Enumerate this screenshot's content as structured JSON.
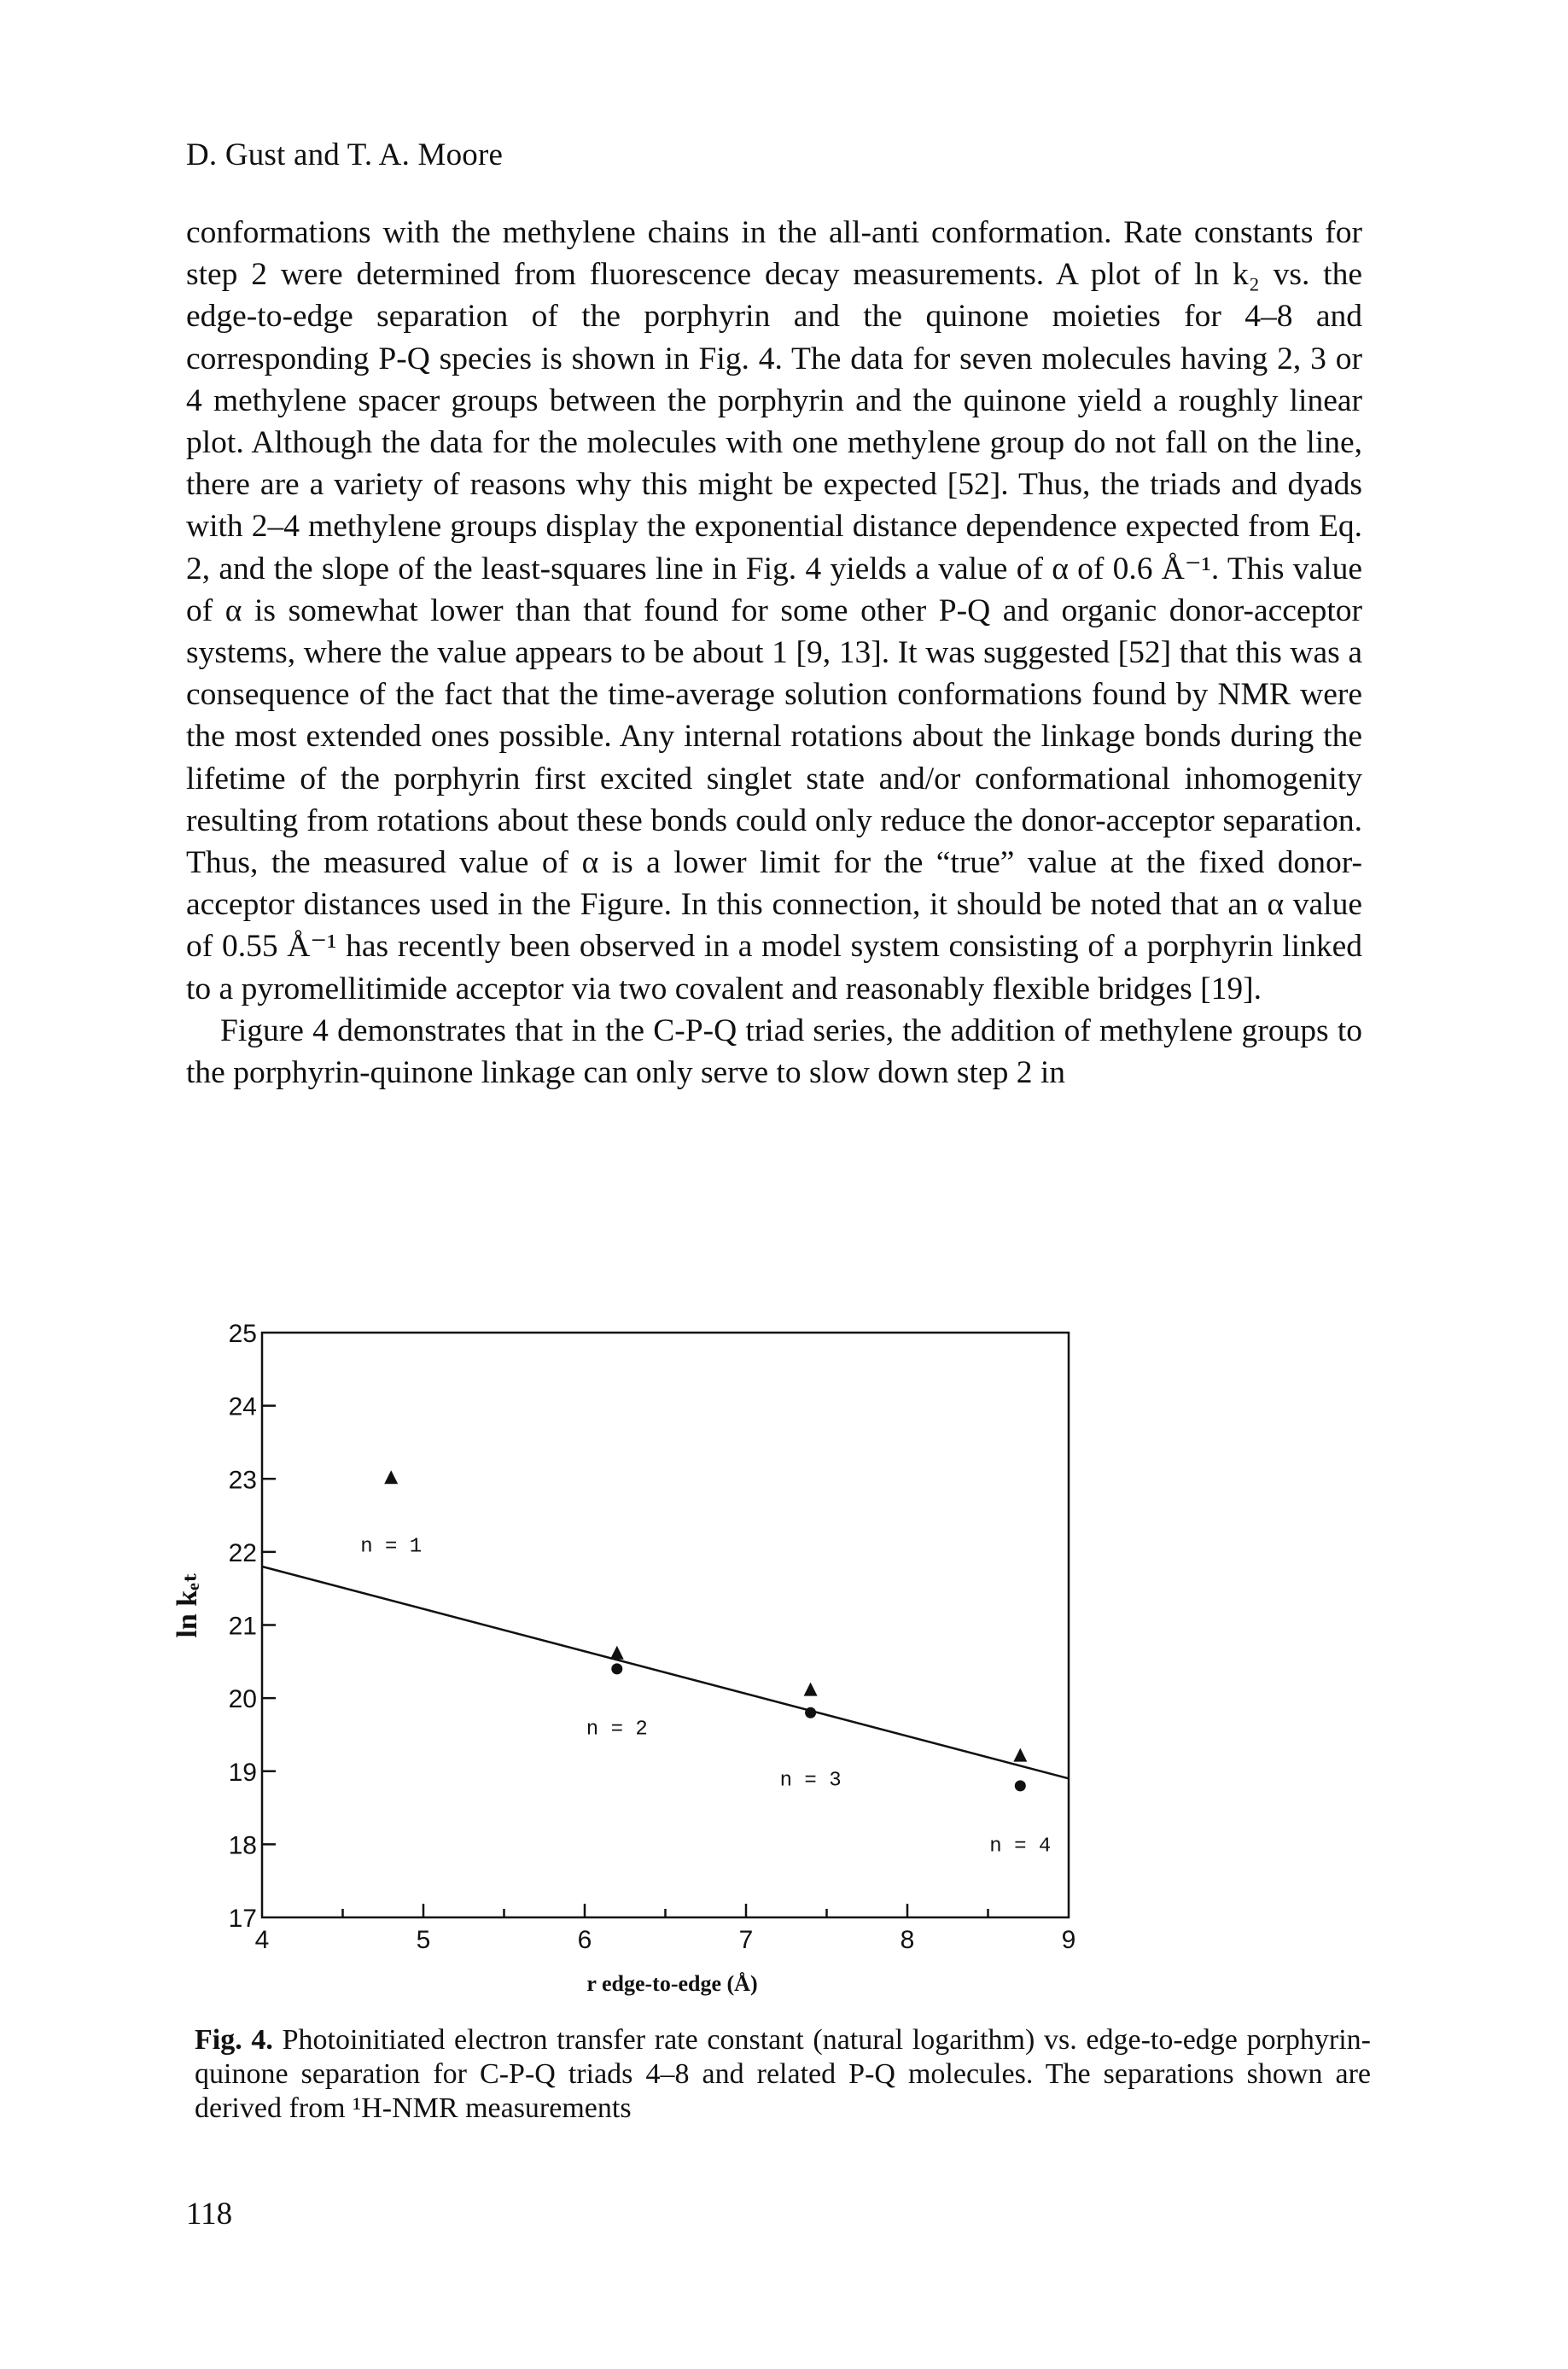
{
  "running_head": "D. Gust and T. A. Moore",
  "paragraphs": [
    "conformations with the methylene chains in the all-anti conformation. Rate constants for step 2 were determined from fluorescence decay measurements. A plot of ln k₂ vs. the edge-to-edge separation of the porphyrin and the quinone moieties for 4–8 and corresponding P-Q species is shown in Fig. 4. The data for seven molecules having 2, 3 or 4 methylene spacer groups between the porphyrin and the quinone yield a roughly linear plot. Although the data for the molecules with one methylene group do not fall on the line, there are a variety of reasons why this might be expected [52]. Thus, the triads and dyads with 2–4 methylene groups display the exponential distance dependence expected from Eq. 2, and the slope of the least-squares line in Fig. 4 yields a value of α of 0.6 Å⁻¹. This value of α is somewhat lower than that found for some other P-Q and organic donor-acceptor systems, where the value appears to be about 1 [9, 13]. It was suggested [52] that this was a consequence of the fact that the time-average solution conformations found by NMR were the most extended ones possible. Any internal rotations about the linkage bonds during the lifetime of the porphyrin first excited singlet state and/or conformational inhomogenity resulting from rotations about these bonds could only reduce the donor-acceptor separation. Thus, the measured value of α is a lower limit for the “true” value at the fixed donor-acceptor distances used in the Figure. In this connection, it should be noted that an α value of 0.55 Å⁻¹ has recently been observed in a model system consisting of a porphyrin linked to a pyromellitimide acceptor via two covalent and reasonably flexible bridges [19].",
    "Figure 4 demonstrates that in the C-P-Q triad series, the addition of methylene groups to the porphyrin-quinone linkage can only serve to slow down step 2 in"
  ],
  "chart_data": {
    "type": "scatter",
    "xlabel": "r edge-to-edge (Å)",
    "ylabel": "ln kₑₜ",
    "xlim": [
      4,
      9
    ],
    "ylim": [
      17,
      25
    ],
    "x_ticks": [
      "4",
      "5",
      "6",
      "7",
      "8",
      "9"
    ],
    "y_ticks": [
      "17",
      "18",
      "19",
      "20",
      "21",
      "22",
      "23",
      "24",
      "25"
    ],
    "series": [
      {
        "marker": "triangle",
        "points": [
          {
            "x": 4.8,
            "y": 23.0
          },
          {
            "x": 6.2,
            "y": 20.6
          },
          {
            "x": 7.4,
            "y": 20.1
          },
          {
            "x": 8.7,
            "y": 19.2
          }
        ]
      },
      {
        "marker": "circle",
        "points": [
          {
            "x": 6.2,
            "y": 20.4
          },
          {
            "x": 7.4,
            "y": 19.8
          },
          {
            "x": 8.7,
            "y": 18.8
          }
        ]
      }
    ],
    "fit_line": {
      "x": [
        4,
        9
      ],
      "y": [
        21.8,
        18.9
      ]
    },
    "annotations": [
      {
        "text": "n = 1",
        "x": 4.8,
        "y": 22.1
      },
      {
        "text": "n = 2",
        "x": 6.2,
        "y": 19.6
      },
      {
        "text": "n = 3",
        "x": 7.4,
        "y": 18.9
      },
      {
        "text": "n = 4",
        "x": 8.7,
        "y": 18.0
      }
    ]
  },
  "caption": {
    "label": "Fig. 4.",
    "text": " Photoinitiated electron transfer rate constant (natural logarithm) vs. edge-to-edge porphyrin-quinone separation for C-P-Q triads 4–8 and related P-Q molecules. The separations shown are derived from ¹H-NMR measurements"
  },
  "page_number": "118"
}
